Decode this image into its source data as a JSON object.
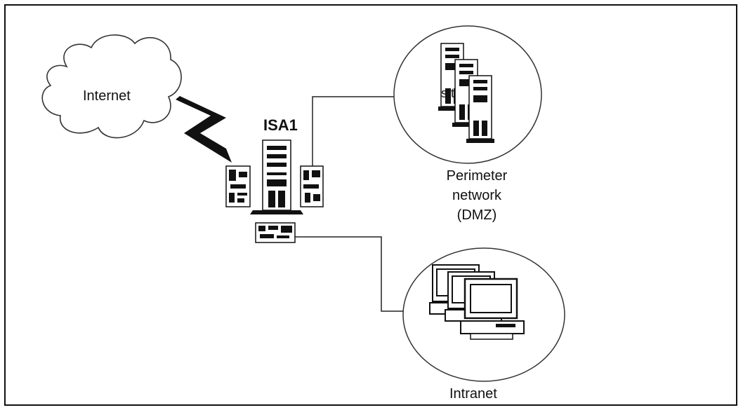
{
  "diagram": {
    "internet_label": "Internet",
    "isa_label": "ISA1",
    "perimeter_label_line1": "Perimeter",
    "perimeter_label_line2": "network",
    "perimeter_label_line3": "(DMZ)",
    "intranet_label": "Intranet",
    "perimeter_partial_text": "s        t"
  },
  "icons": {
    "cloud": "cloud-icon",
    "wan_link": "lightning-bolt-icon",
    "firewall_server": "tower-server-icon",
    "nic": "network-card-icon",
    "perimeter_servers": "server-rack-icon",
    "intranet_clients": "desktop-computer-icon"
  }
}
